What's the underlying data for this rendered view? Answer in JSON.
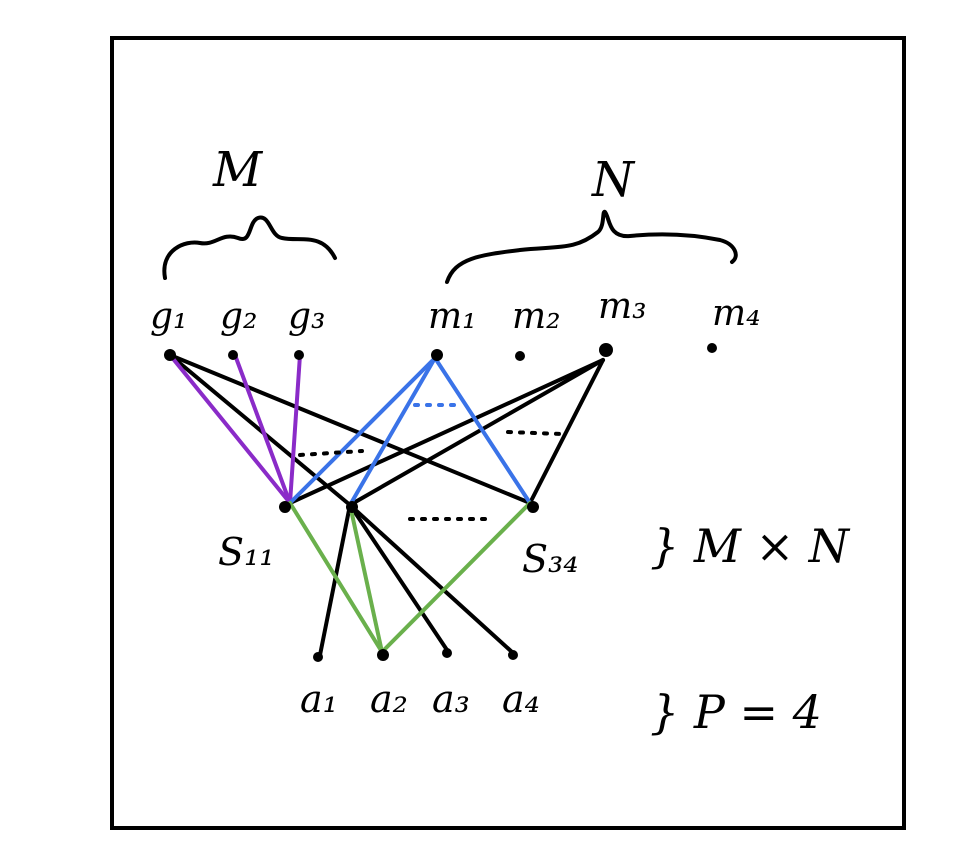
{
  "colors": {
    "ink": "#000000",
    "purple": "#8a2bc8",
    "blue": "#3a73e8",
    "green": "#6ab04c"
  },
  "diagram": {
    "group_labels": {
      "g_group": "M",
      "m_group": "N"
    },
    "top_nodes": {
      "g": [
        "g₁",
        "g₂",
        "g₃"
      ],
      "m": [
        "m₁",
        "m₂",
        "m₃",
        "m₄"
      ]
    },
    "middle_nodes": {
      "first": "S₁₁",
      "last": "S₃₄"
    },
    "middle_count": "} M × N",
    "bottom_nodes": [
      "a₁",
      "a₂",
      "a₃",
      "a₄"
    ],
    "bottom_count": "} P = 4"
  }
}
